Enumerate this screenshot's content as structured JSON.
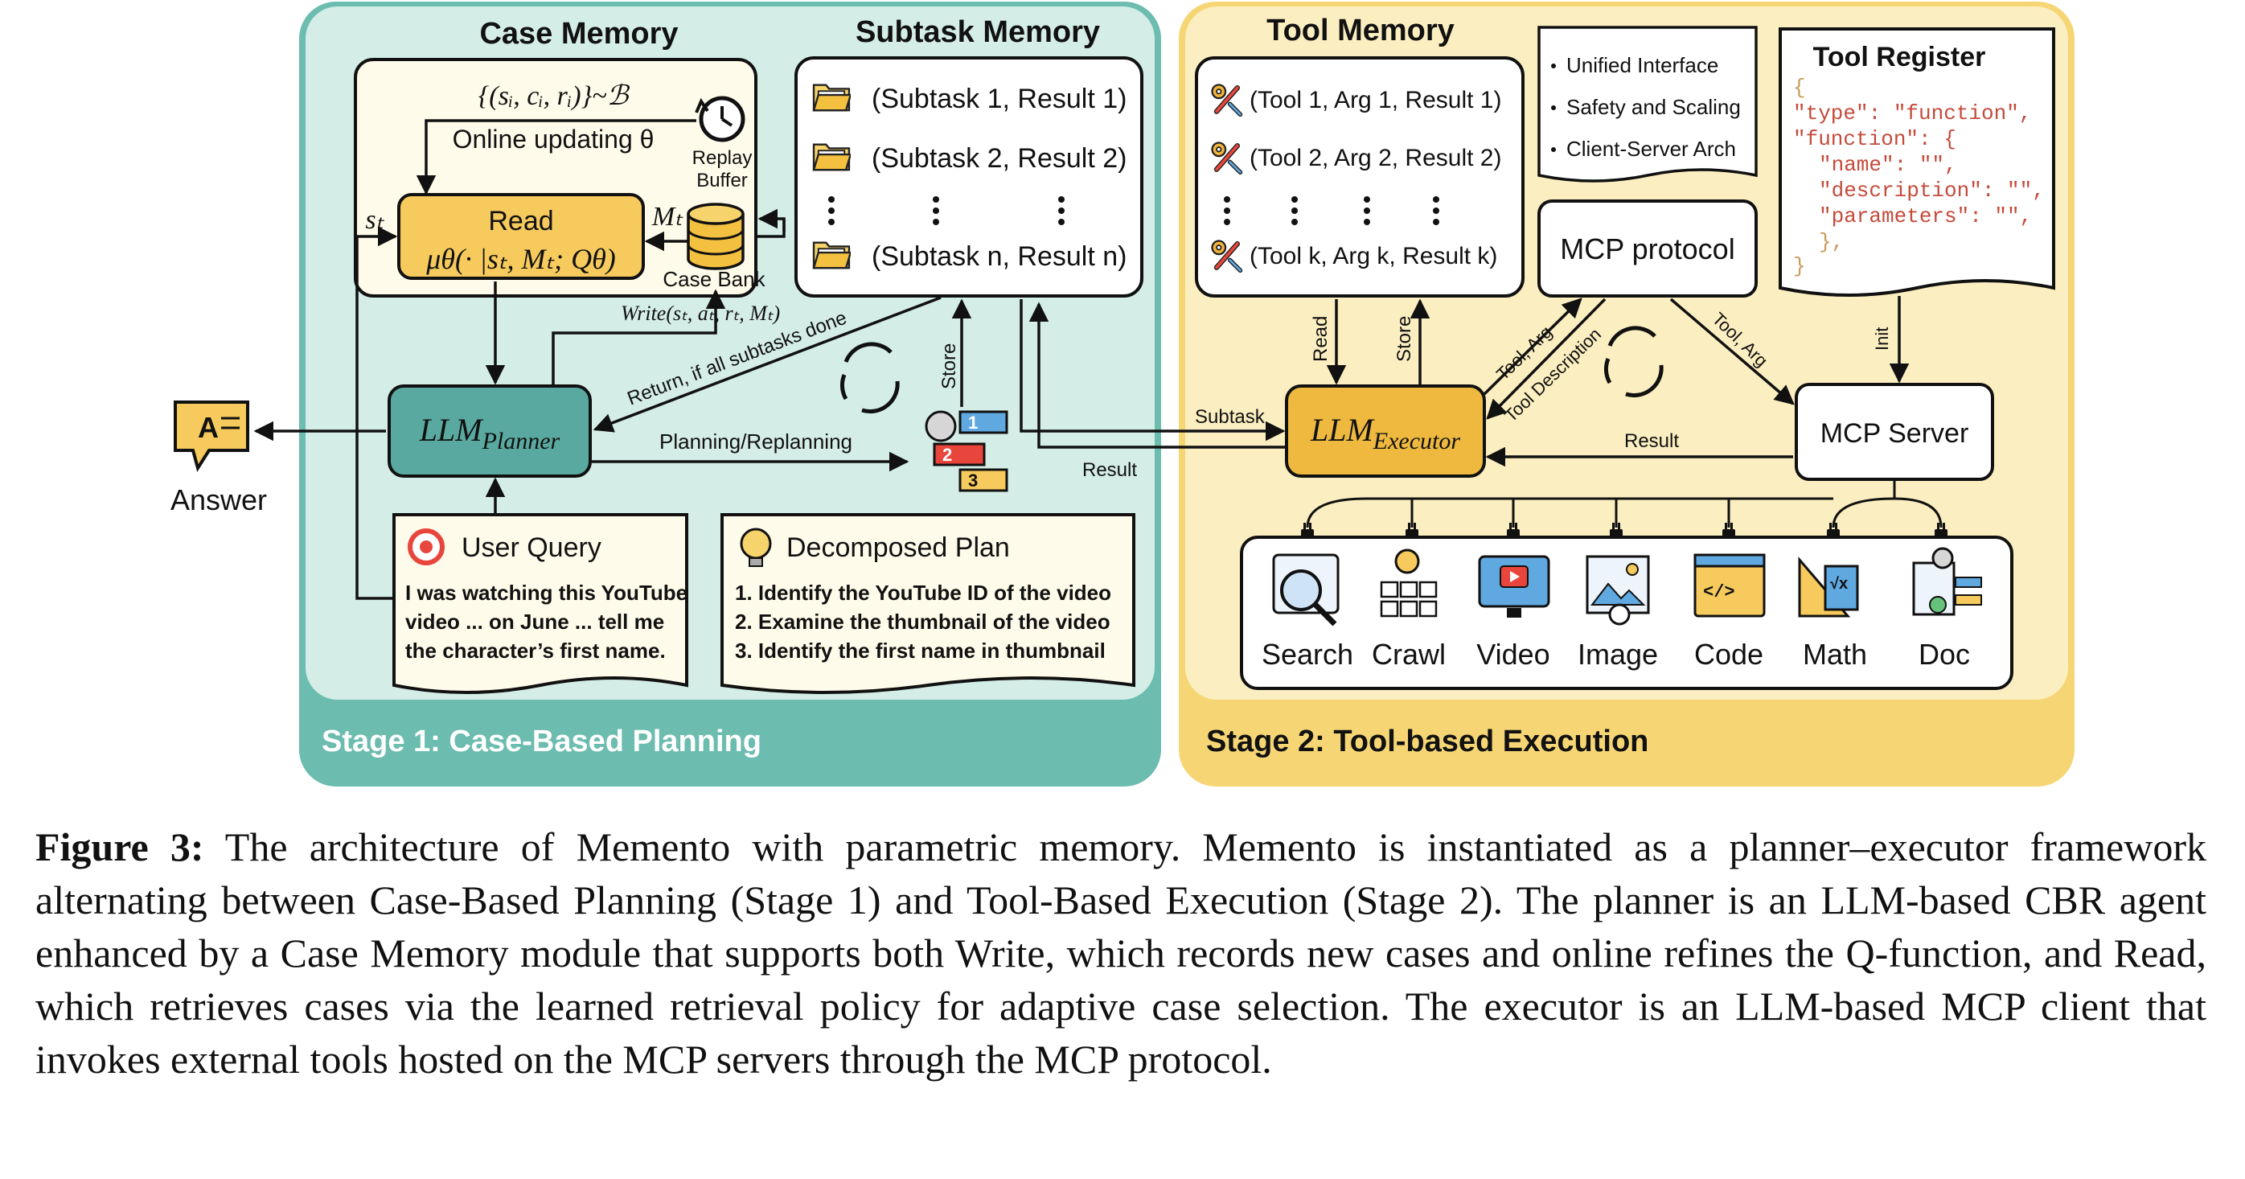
{
  "stage1": {
    "title": "Stage 1: Case-Based Planning",
    "case_memory": {
      "title": "Case Memory",
      "buffer_formula": "{(sᵢ, cᵢ, rᵢ)}~ℬ",
      "online_updating": "Online updating θ",
      "replay_buffer": [
        "Replay",
        "Buffer"
      ],
      "read_label": "Read",
      "read_formula": "μθ(· |sₜ, Mₜ; Qθ)",
      "st_label": "sₜ",
      "mt_label": "Mₜ",
      "case_bank": "Case Bank",
      "write_label": "Write(sₜ, aₜ, rₜ, Mₜ)"
    },
    "subtask_memory": {
      "title": "Subtask Memory",
      "items": [
        "(Subtask 1, Result 1)",
        "(Subtask 2, Result 2)",
        "(Subtask n, Result n)"
      ]
    },
    "planner": {
      "label": "LLMPlanner"
    },
    "answer_label": "Answer",
    "return_label": "Return, if all subtasks done",
    "planning_label": "Planning/Replanning",
    "store_label": "Store",
    "user_query": {
      "title": "User Query",
      "lines": [
        "I was watching this YouTube",
        "video ... on June ... tell me",
        "the character’s first name."
      ]
    },
    "decomposed_plan": {
      "title": "Decomposed Plan",
      "lines": [
        "1. Identify the YouTube ID of the video",
        "2. Examine the thumbnail of the video",
        "3. Identify the first name in thumbnail"
      ]
    }
  },
  "flow": {
    "subtask_label": "Subtask",
    "result_label": "Result"
  },
  "stage2": {
    "title": "Stage 2: Tool-based Execution",
    "tool_memory": {
      "title": "Tool Memory",
      "items": [
        "(Tool 1, Arg 1, Result 1)",
        "(Tool 2, Arg 2, Result 2)",
        "(Tool k, Arg k, Result k)"
      ]
    },
    "features": [
      "Unified Interface",
      "Safety and Scaling",
      "Client-Server Arch"
    ],
    "mcp_protocol": "MCP protocol",
    "tool_register": {
      "title": "Tool Register",
      "code": [
        "{",
        "\"type\": \"function\",",
        "\"function\": {",
        "\"name\": \"\",",
        "\"description\": \"\",",
        "\"parameters\": \"\",",
        "},",
        "}"
      ]
    },
    "executor": {
      "label": "LLMExecutor"
    },
    "mcp_server": "MCP Server",
    "read_label": "Read",
    "store_label": "Store",
    "tool_arg_label": "Tool, Arg",
    "tool_desc_label": "Tool Description",
    "tool_arg_label2": "Tool, Arg",
    "init_label": "Init",
    "result_label": "Result",
    "tools": [
      "Search",
      "Crawl",
      "Video",
      "Image",
      "Code",
      "Math",
      "Doc"
    ]
  },
  "caption": {
    "label": "Figure 3:",
    "text": "The architecture of Memento with parametric memory. Memento is instantiated as a planner–executor framework alternating between Case-Based Planning (Stage 1) and Tool-Based Execution (Stage 2). The planner is an LLM-based CBR agent enhanced by a Case Memory module that supports both Write, which records new cases and online refines the Q-function, and Read, which retrieves cases via the learned retrieval policy for adaptive case selection. The executor is an LLM-based MCP client that invokes external tools hosted on the MCP servers through the MCP protocol."
  },
  "colors": {
    "stage1_bg": "#d4ede6",
    "stage1_band": "#6cbcb0",
    "stage2_bg": "#fbeec0",
    "stage2_band": "#f6d674",
    "planner": "#5aa9a0",
    "executor": "#eeb93e",
    "read_box": "#f6ca5c"
  }
}
